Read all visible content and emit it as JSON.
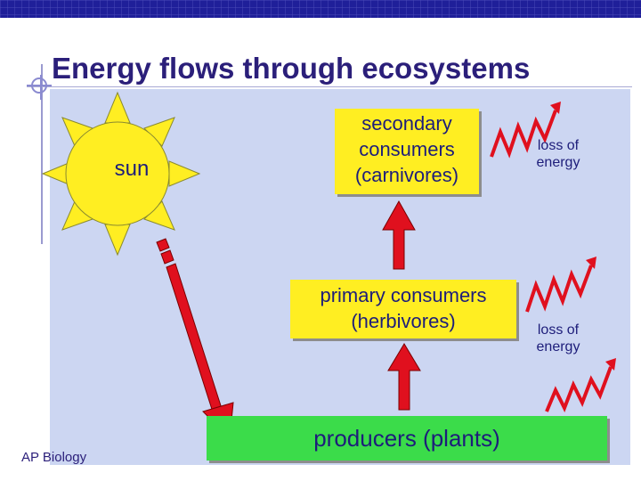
{
  "title": "Energy flows through ecosystems",
  "footer": "AP Biology",
  "sun": {
    "label": "sun",
    "color": "#ffee22"
  },
  "levels": {
    "secondary": {
      "line1": "secondary",
      "line2": "consumers",
      "line3": "(carnivores)"
    },
    "primary": {
      "line1": "primary consumers",
      "line2": "(herbivores)"
    },
    "producers": {
      "label": "producers (plants)"
    }
  },
  "energy_loss": [
    {
      "line1": "loss of",
      "line2": "energy"
    },
    {
      "line1": "loss of",
      "line2": "energy"
    }
  ],
  "colors": {
    "panel": "#ccd6f2",
    "box_yellow": "#ffee22",
    "box_green": "#3bdc4a",
    "arrow_red": "#e0101e",
    "title_text": "#2b1f7a"
  }
}
